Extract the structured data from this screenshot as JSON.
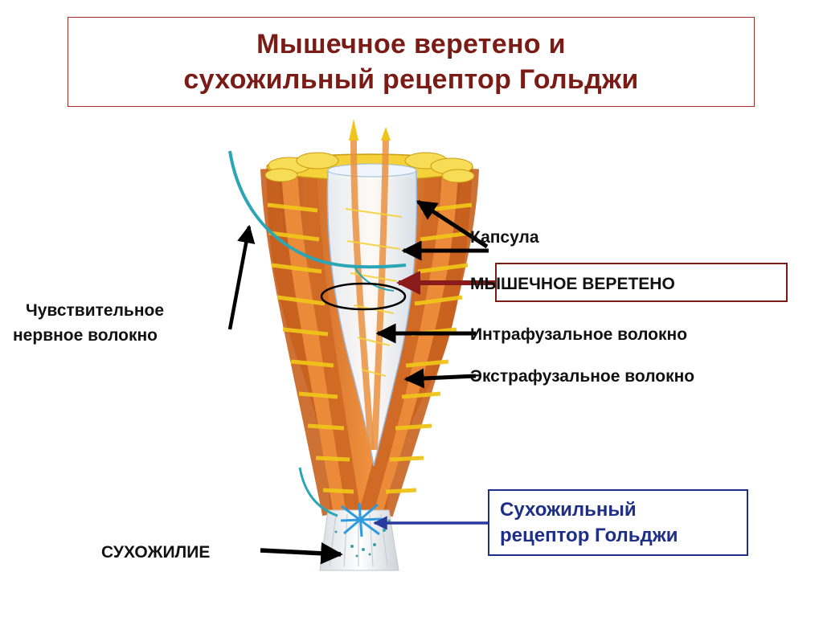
{
  "title": {
    "line1": "Мышечное веретено и",
    "line2": "сухожильный рецептор Гольджи"
  },
  "labels": {
    "capsule": "Капсула",
    "muscle_spindle": "МЫШЕЧНОЕ ВЕРЕТЕНО",
    "intrafusal": "Интрафузальное волокно",
    "extrafusal": "Экстрафузальное волокно",
    "sensory_line1": "Чувствительное",
    "sensory_line2": "нервное волокно",
    "tendon": "СУХОЖИЛИЕ",
    "golgi_line1": "Сухожильный",
    "golgi_line2": "рецептор Гольджи"
  },
  "colors": {
    "title": "#7a1b16",
    "spindle_box_border": "#7a1b16",
    "golgi_box": "#1e2f88",
    "muscle_fiber": "#e07a2e",
    "fiber_band": "#f0c419",
    "nerve": "#2aa6b5",
    "golgi_receptor": "#2e9be0"
  }
}
